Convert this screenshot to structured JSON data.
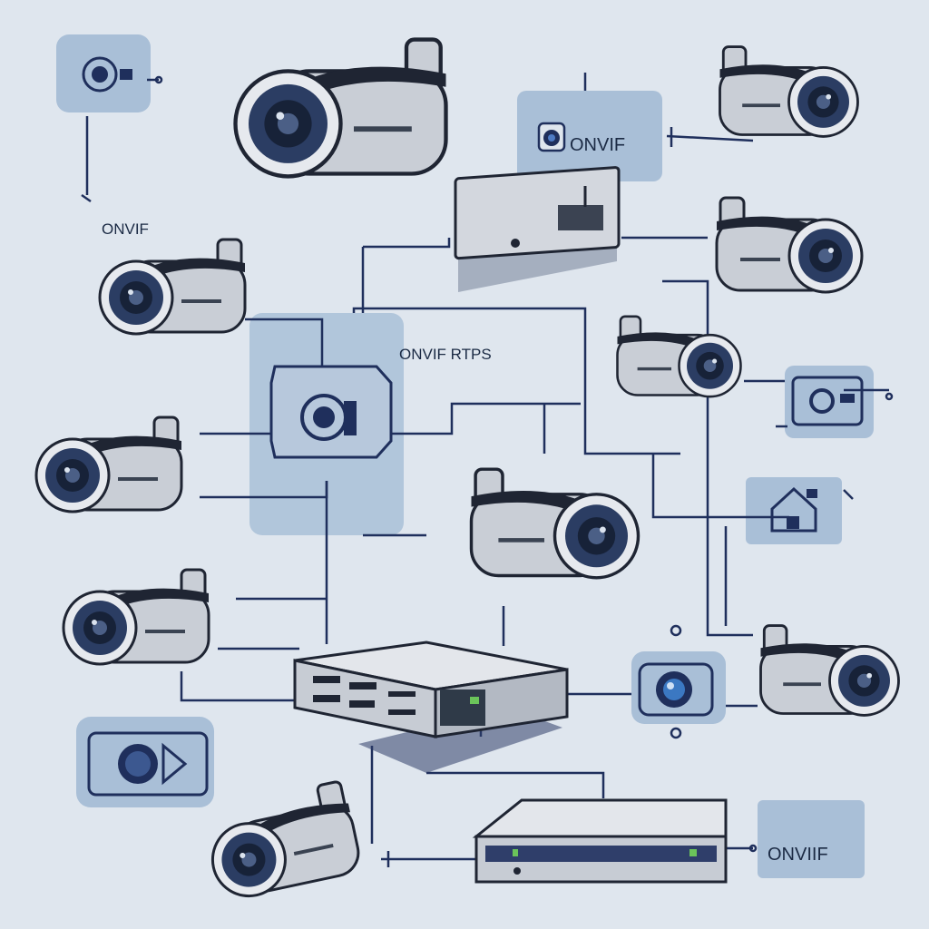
{
  "labels": {
    "onvif_left": "ONVIF",
    "onvif_rtps": "ONVIF RTPS",
    "onvif_box_top": "ONVIF",
    "onvif_box_bottom": "ONVIIF"
  },
  "icons": [
    "camera-badge-icon",
    "hub-camera-icon",
    "video-play-icon",
    "camera-lens-icon",
    "smart-home-icon",
    "camera-eye-icon"
  ],
  "colors": {
    "background": "#dfe6ee",
    "line": "#1f2f5c",
    "highlight": "#a9bfd7",
    "camera_body": "#c9ced6",
    "lens": "#2b3d63"
  }
}
